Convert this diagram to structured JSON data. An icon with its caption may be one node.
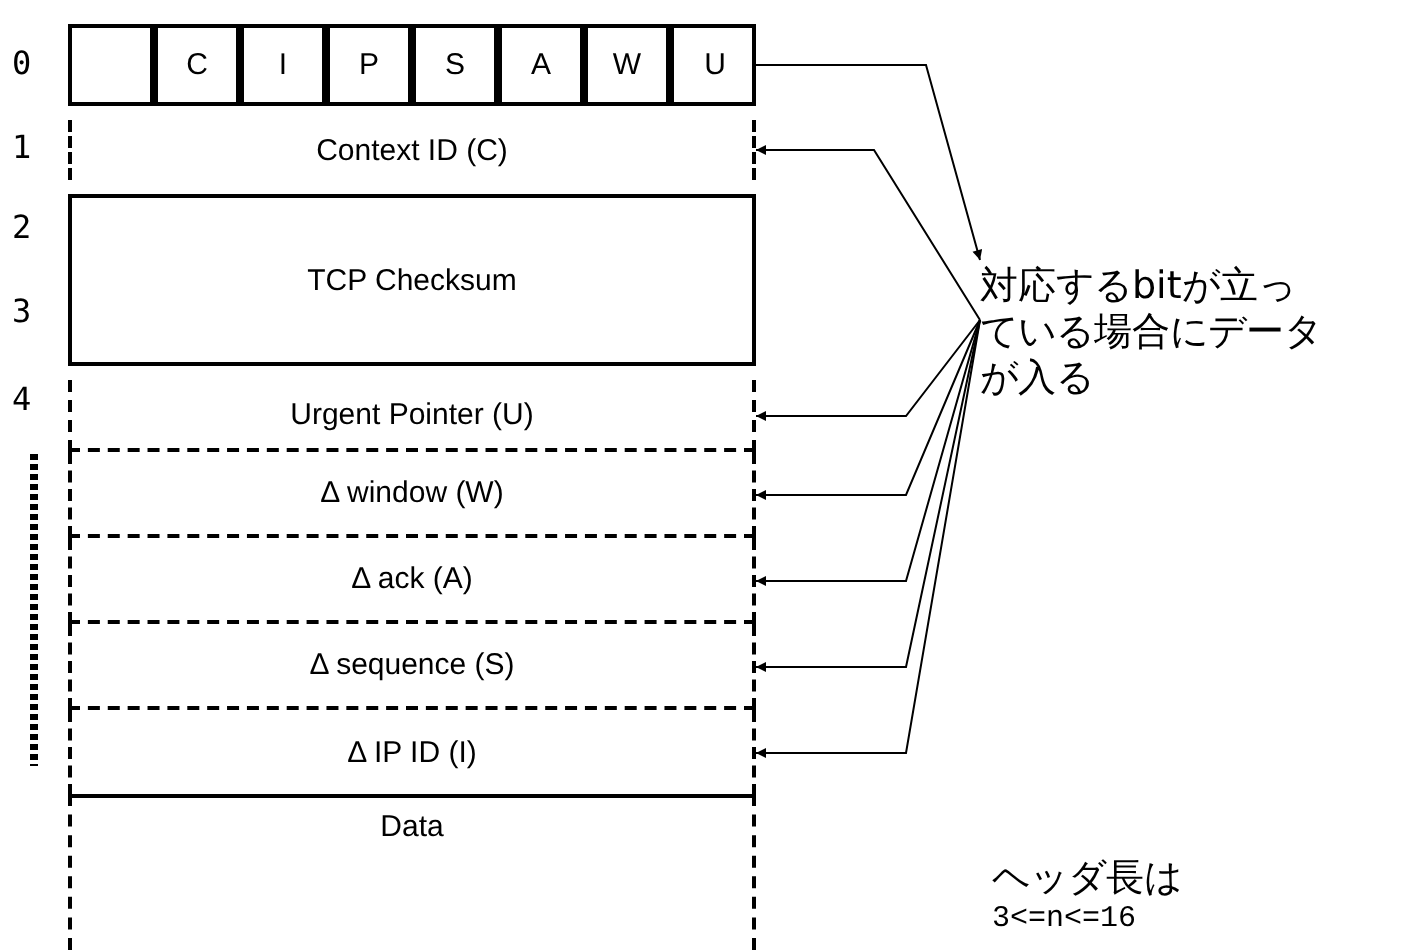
{
  "diagram": {
    "nodes": [
      {
        "text": [],
        "shape": "box"
      },
      {
        "text": [],
        "shape": "box",
        "in": 0
      },
      {
        "text": [
          "C"
        ],
        "in": 0
      },
      {
        "text": [
          "I"
        ],
        "in": 0
      },
      {
        "text": [
          "P"
        ],
        "in": 0
      },
      {
        "text": [
          "S"
        ],
        "in": 0
      },
      {
        "text": [
          "A"
        ],
        "in": 0
      },
      {
        "text": [
          "W"
        ],
        "in": 0
      },
      {
        "text": [
          "U"
        ],
        "in": 0
      },
      {
        "text": [
          "Context ID (C)"
        ]
      },
      {
        "text": [
          "TCP Checksum"
        ]
      },
      {
        "text": [
          "Urgent Pointer (U)"
        ]
      },
      {
        "text": [
          "Δ window (W)"
        ]
      },
      {
        "text": [
          "Δ ack (A)"
        ]
      },
      {
        "text": [
          "Δ sequence (S)"
        ]
      },
      {
        "text": [
          "Δ IP ID (I)"
        ]
      },
      {
        "text": [
          "Data"
        ]
      },
      {
        "text": [
          "対応するbitが立っている場合にデータが入る"
        ]
      }
    ],
    "edges": [
      {
        "from": 0,
        "to": 17,
        "arrow": "to"
      },
      {
        "from": 17,
        "to": 9,
        "arrow": "to"
      },
      {
        "from": 17,
        "to": 11,
        "arrow": "to"
      },
      {
        "from": 17,
        "to": 12,
        "arrow": "to"
      },
      {
        "from": 17,
        "to": 13,
        "arrow": "to"
      },
      {
        "from": 17,
        "to": 14,
        "arrow": "to"
      },
      {
        "from": 17,
        "to": 15,
        "arrow": "to"
      }
    ],
    "labels": [
      "0",
      "1",
      "2",
      "3",
      "4",
      "ヘッダ長は",
      "3<=n<=16"
    ]
  }
}
